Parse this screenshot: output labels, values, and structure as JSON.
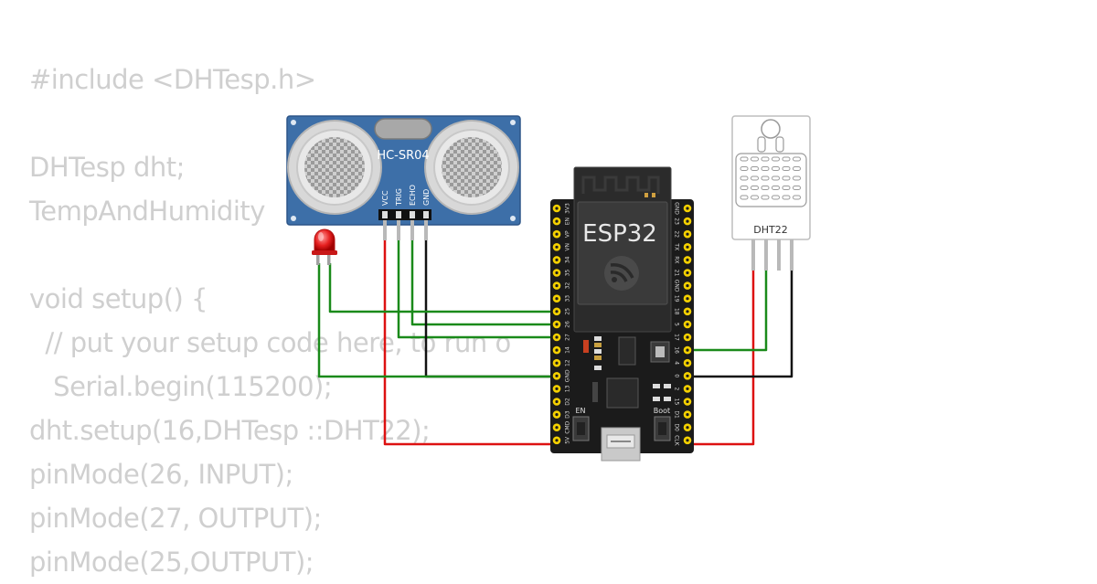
{
  "code_lines": [
    "#include <DHTesp.h>",
    "",
    "DHTesp dht;",
    "TempAndHumidity",
    "",
    "void setup() {",
    "  // put your setup code here, to run o",
    "   Serial.begin(115200);",
    "dht.setup(16,DHTesp ::DHT22);",
    "pinMode(26, INPUT);",
    "pinMode(27, OUTPUT);",
    "pinMode(25,OUTPUT);"
  ],
  "components": {
    "ultrasonic": {
      "label": "HC-SR04",
      "pins": [
        "VCC",
        "TRIG",
        "ECHO",
        "GND"
      ]
    },
    "esp32": {
      "label": "ESP32",
      "en_label": "EN",
      "boot_label": "Boot",
      "left_pins": [
        "3V3",
        "EN",
        "VP",
        "VN",
        "34",
        "35",
        "32",
        "33",
        "25",
        "26",
        "27",
        "14",
        "12",
        "GND",
        "13",
        "D2",
        "D3",
        "CMD",
        "5V"
      ],
      "right_pins": [
        "GND",
        "23",
        "22",
        "TX",
        "RX",
        "21",
        "GND",
        "19",
        "18",
        "5",
        "17",
        "16",
        "4",
        "0",
        "2",
        "15",
        "D1",
        "D0",
        "CLK"
      ]
    },
    "dht22": {
      "label": "DHT22"
    },
    "led": {
      "color": "red"
    }
  },
  "colors": {
    "wire_green": "#1a8a1a",
    "wire_red": "#dd1111",
    "wire_black": "#111111",
    "code_text": "#cfcfcf",
    "sensor_blue": "#3d6fa8",
    "board_black": "#1b1b1b",
    "pin_yellow": "#f5d100"
  }
}
